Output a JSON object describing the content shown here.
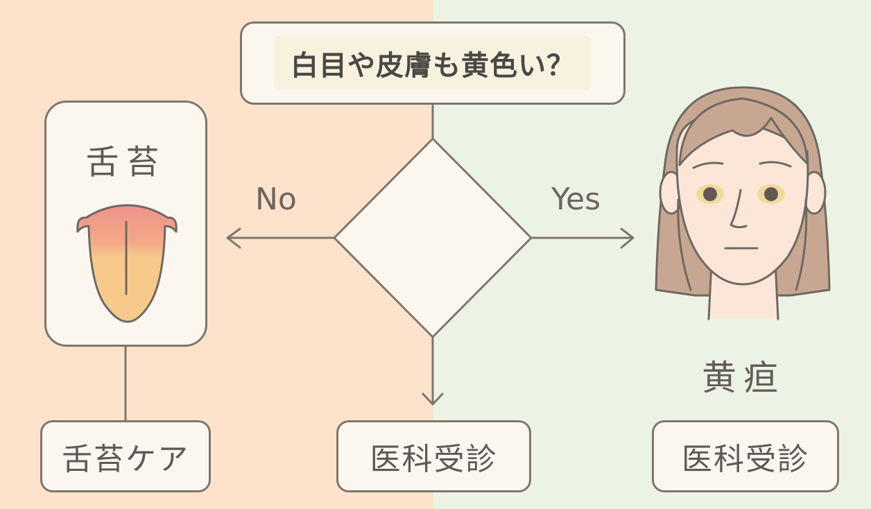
{
  "question": "白目や皮膚も黄色い？",
  "branches": {
    "no": "No",
    "yes": "Yes"
  },
  "left_card": {
    "title": "舌苔",
    "illustration": "tongue-icon"
  },
  "right_card": {
    "title": "黄疸",
    "illustration": "woman-face-icon"
  },
  "results": {
    "left": "舌苔ケア",
    "center": "医科受診",
    "right": "医科受診"
  },
  "colors": {
    "left_bg": "#fde2cc",
    "right_bg": "#edf3e4",
    "line": "#7d766d",
    "box_fill": "#fbf7ee",
    "tongue_tip": "#f0928a",
    "tongue_base": "#f7c98a",
    "skin": "#fbe6d8",
    "hair": "#c8a792",
    "yellow_eye": "#f2d89a"
  }
}
